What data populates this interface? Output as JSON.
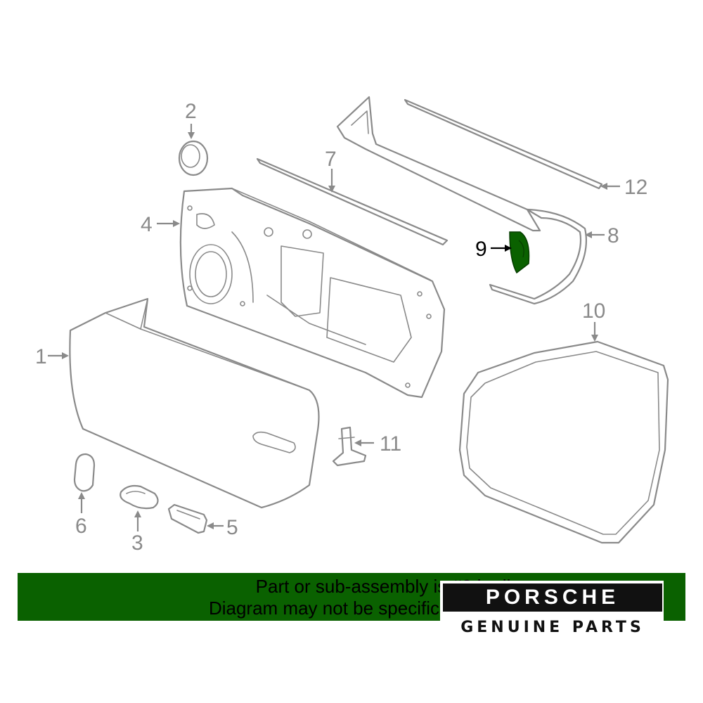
{
  "callouts": {
    "c1": "1",
    "c2": "2",
    "c3": "3",
    "c4": "4",
    "c5": "5",
    "c6": "6",
    "c7": "7",
    "c8": "8",
    "c9": "9",
    "c10": "10",
    "c11": "11",
    "c12": "12"
  },
  "highlight_color": "#0a6100",
  "banner": {
    "line1": "Part or sub-assembly is #9 in di",
    "line2": "Diagram may not be specific to you"
  },
  "logo": {
    "brand": "PORSCHE",
    "subtitle": "GENUINE PARTS"
  }
}
